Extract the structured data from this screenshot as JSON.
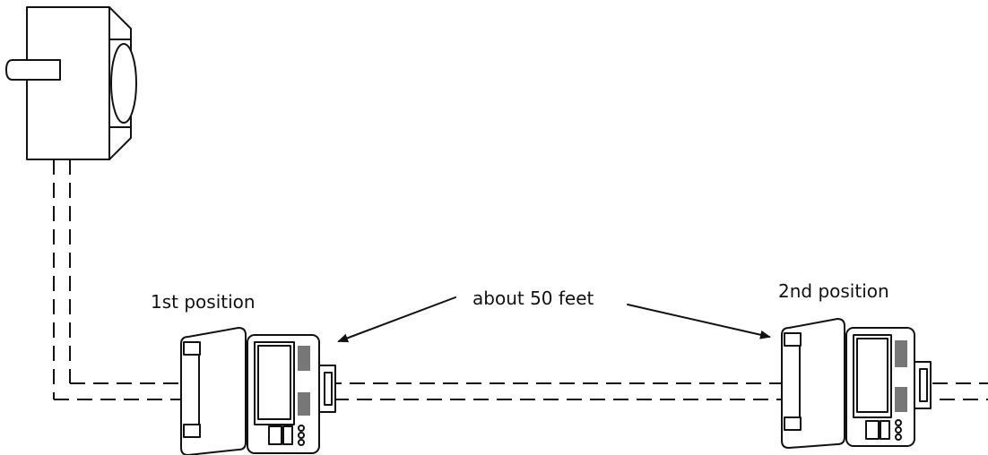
{
  "labels": {
    "first_position": "1st position",
    "second_position": "2nd position",
    "distance": "about 50 feet"
  },
  "colors": {
    "line": "#111111",
    "display_fill": "#777777",
    "background": "#ffffff"
  }
}
